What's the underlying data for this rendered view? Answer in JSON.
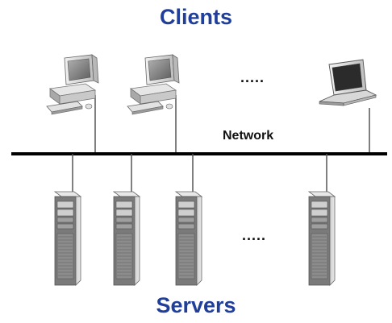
{
  "diagram": {
    "clients_title": "Clients",
    "servers_title": "Servers",
    "network_label": "Network",
    "clients_ellipsis": ".....",
    "servers_ellipsis": ".....",
    "colors": {
      "title": "#1f3f9a",
      "network_line": "#000000",
      "device_body": "#d9d9d9",
      "screen": "#8a8a8a",
      "server_front": "#6e6e6e"
    },
    "clients": [
      {
        "kind": "desktop-computer",
        "icon": "desktop-computer-icon"
      },
      {
        "kind": "desktop-computer",
        "icon": "desktop-computer-icon"
      },
      {
        "kind": "laptop",
        "icon": "laptop-icon"
      }
    ],
    "servers": [
      {
        "kind": "tower-server",
        "icon": "tower-server-icon"
      },
      {
        "kind": "tower-server",
        "icon": "tower-server-icon"
      },
      {
        "kind": "tower-server",
        "icon": "tower-server-icon"
      },
      {
        "kind": "tower-server",
        "icon": "tower-server-icon"
      }
    ]
  }
}
